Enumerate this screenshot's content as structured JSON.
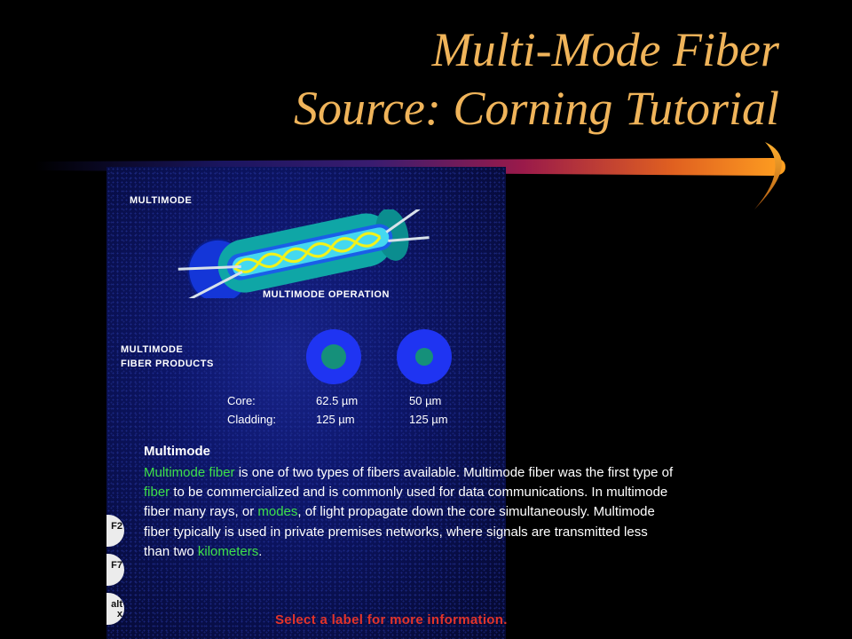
{
  "slide": {
    "title_line1": "Multi-Mode Fiber",
    "title_line2": "Source: Corning Tutorial"
  },
  "tutorial": {
    "label_multimode": "MULTIMODE",
    "label_operation": "MULTIMODE OPERATION",
    "label_products_1": "MULTIMODE",
    "label_products_2": "FIBER PRODUCTS",
    "spec": {
      "core_label": "Core:",
      "cladding_label": "Cladding:",
      "fiber_a_core": "62.5 µm",
      "fiber_a_cladding": "125 µm",
      "fiber_b_core": "50 µm",
      "fiber_b_cladding": "125 µm"
    },
    "heading": "Multimode",
    "paragraph": {
      "s1_link": "Multimode fiber",
      "s1_rest": " is one of two types of fibers available. Multimode fiber was the first type of ",
      "s2_link": "fiber",
      "s2_rest": " to be commercialized and is commonly used for data communications. In multimode fiber many rays, or ",
      "s3_link": "modes",
      "s3_rest": ", of light propagate down the core simultaneously. Multimode fiber typically is used in private premises networks, where signals are transmitted less than two ",
      "s4_link": "kilometers",
      "s4_rest": "."
    },
    "side_tabs": [
      "F2",
      "F7",
      "alt x"
    ],
    "footer": "Select a label for more information.",
    "colors": {
      "link": "#3ee04a",
      "footer": "#e3342a",
      "title": "#f0b45a"
    }
  }
}
